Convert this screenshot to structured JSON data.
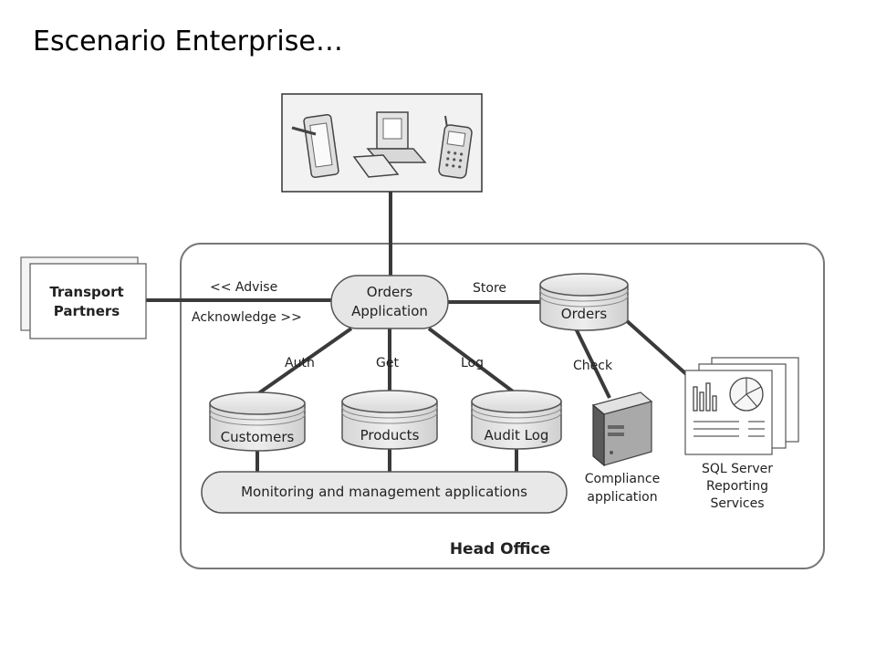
{
  "title": "Escenario Enterprise…",
  "diagram": {
    "head_office_label": "Head Office",
    "transport_partners": [
      "Transport",
      "Partners"
    ],
    "orders_application": [
      "Orders",
      "Application"
    ],
    "edge_advise": "<< Advise",
    "edge_acknowledge": "Acknowledge >>",
    "edge_store": "Store",
    "edge_auth": "Auth",
    "edge_get": "Get",
    "edge_log": "Log",
    "edge_check": "Check",
    "db_orders": "Orders",
    "db_customers": "Customers",
    "db_products": "Products",
    "db_audit_log": "Audit Log",
    "monitoring_bar": "Monitoring and management applications",
    "compliance_app": [
      "Compliance",
      "application"
    ],
    "sql_reporting": [
      "SQL Server",
      "Reporting",
      "Services"
    ],
    "client_devices_icons": [
      "tablet-icon",
      "desktop-computer-icon",
      "mobile-phone-icon"
    ]
  }
}
